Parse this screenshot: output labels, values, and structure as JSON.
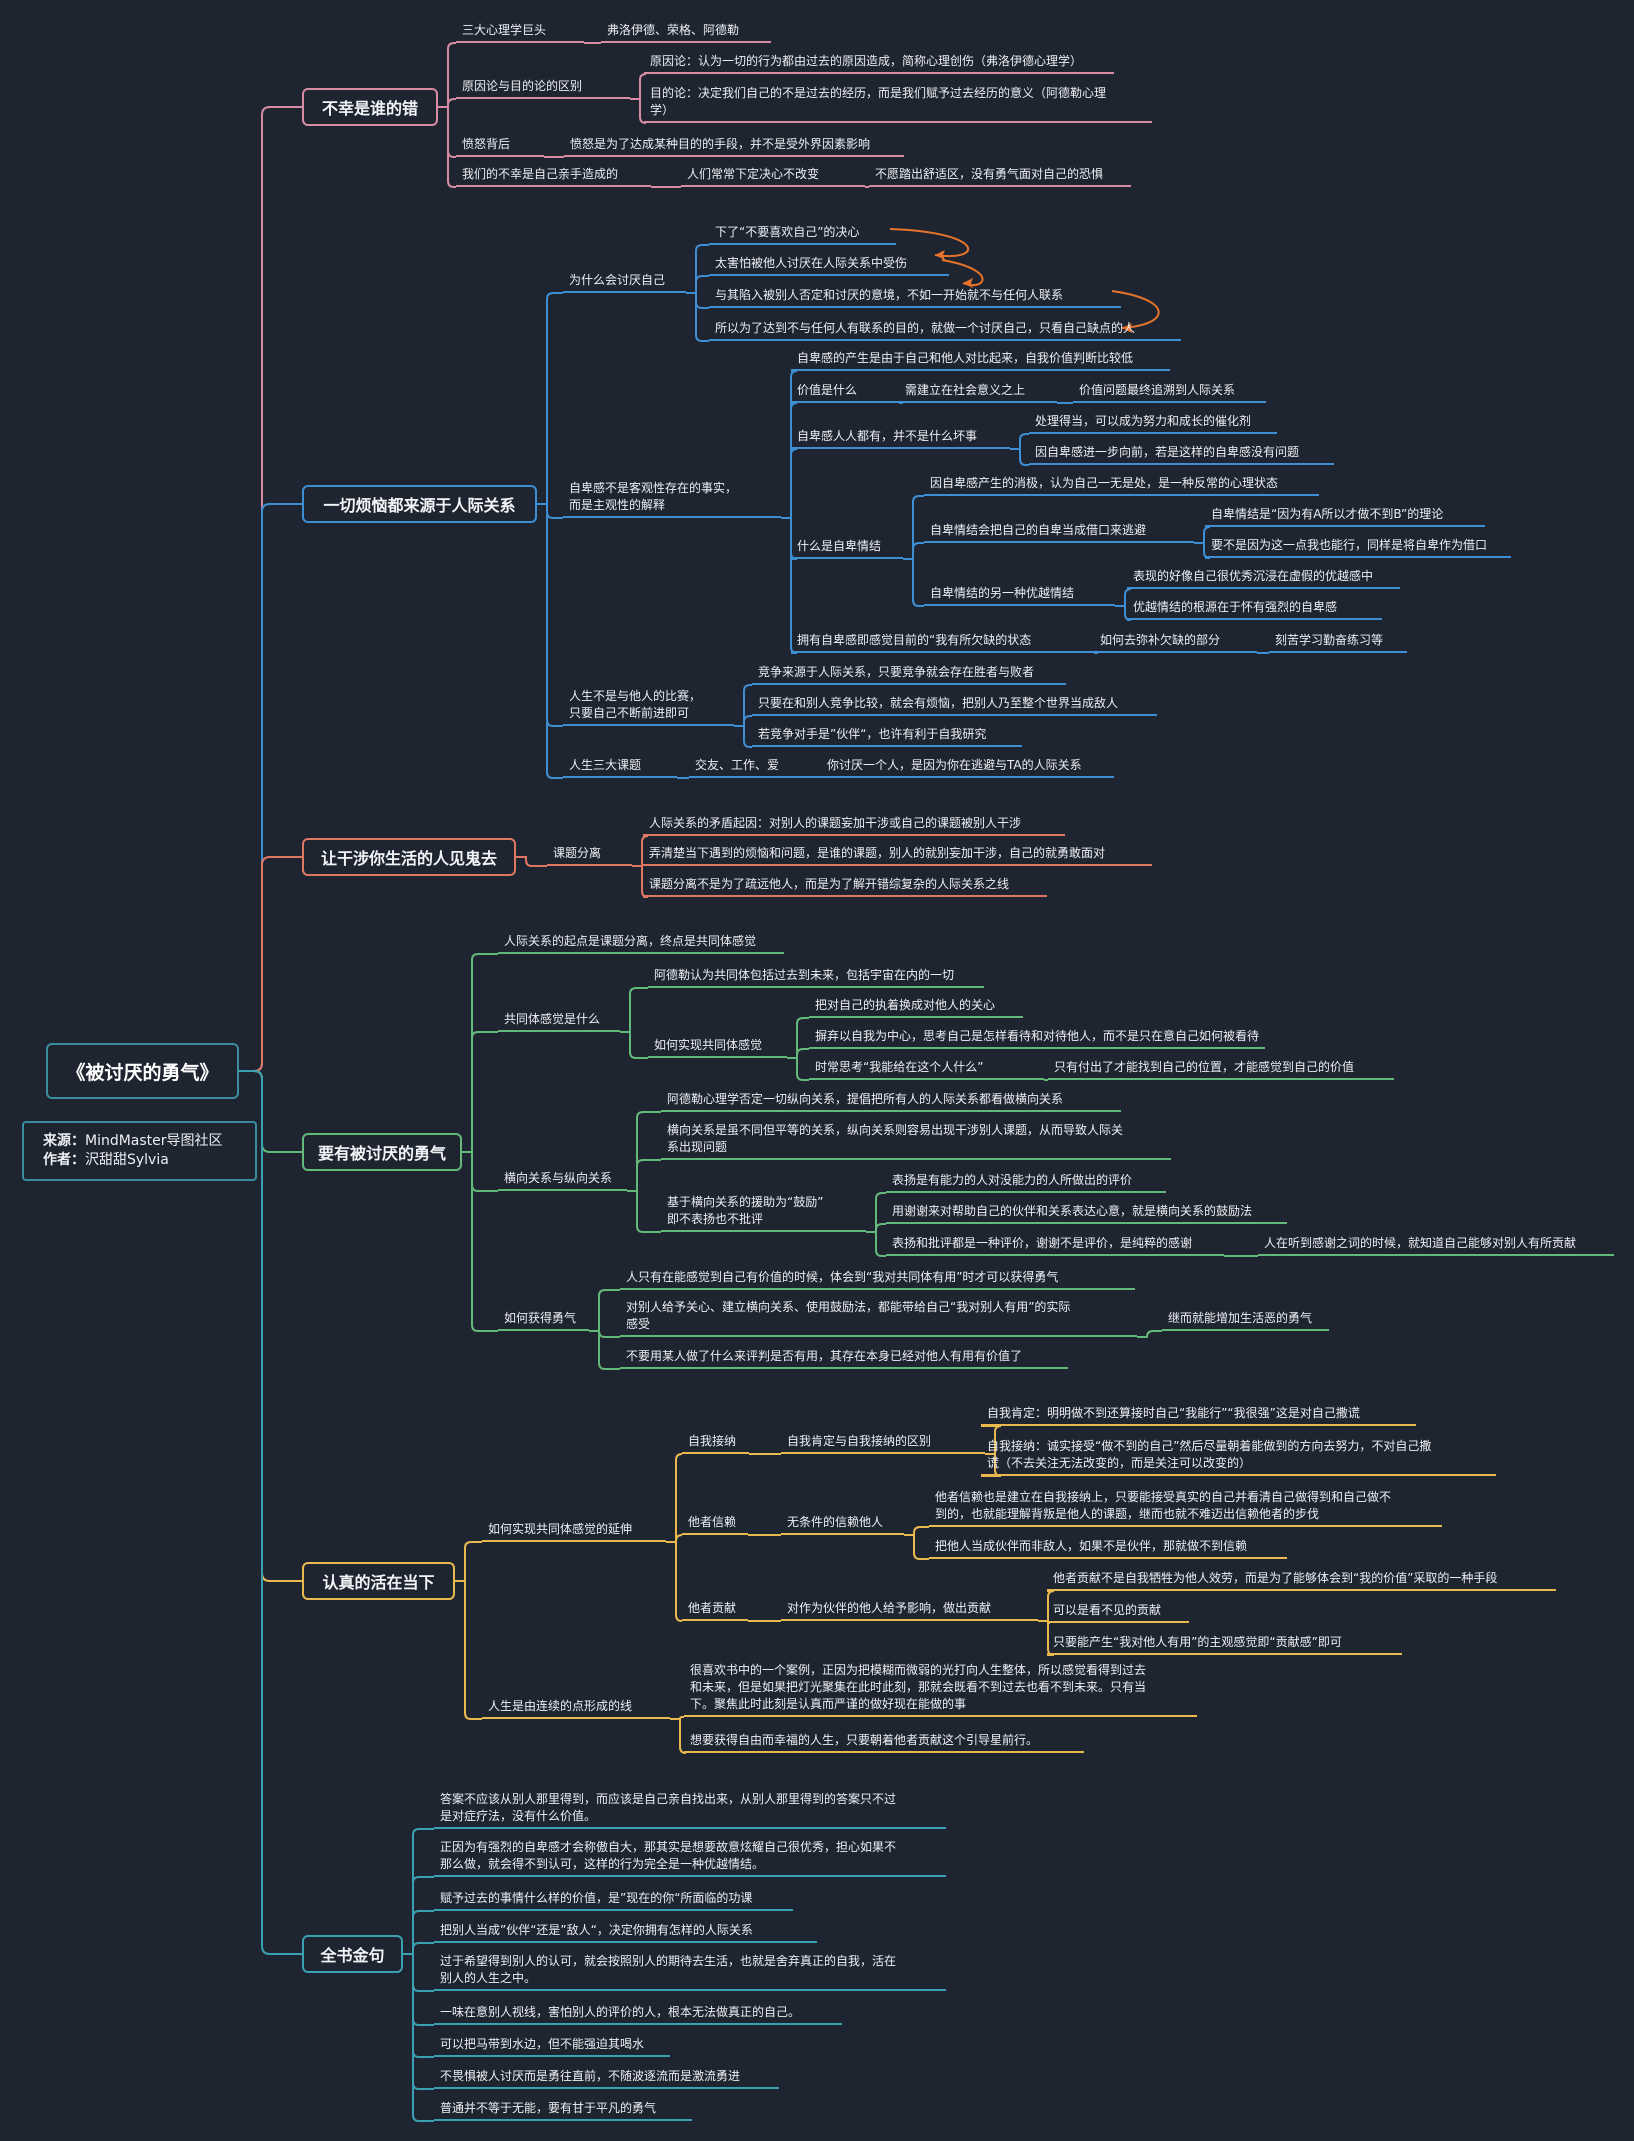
{
  "root": {
    "title": "《被讨厌的勇气》"
  },
  "source": {
    "label_src": "来源：",
    "src": "MindMaster导图社区",
    "label_author": "作者：",
    "author": "沢甜甜Sylvia"
  },
  "colors": {
    "b1": "#d78ba5",
    "b2": "#3e8ed3",
    "b3": "#e07764",
    "b4": "#62b97a",
    "b5": "#e9b94f",
    "b6": "#3aa0b2",
    "root": "#3a8d9e"
  },
  "branches": [
    {
      "title": "不幸是谁的错",
      "nodes": [
        "三大心理学巨头",
        "弗洛伊德、荣格、阿德勒",
        "原因论与目的论的区别",
        "原因论：认为一切的行为都由过去的原因造成，简称心理创伤（弗洛伊德心理学）",
        "目的论：决定我们自己的不是过去的经历，而是我们赋予过去经历的意义（阿德勒心理\n学）",
        "愤怒背后",
        "愤怒是为了达成某种目的的手段，并不是受外界因素影响",
        "我们的不幸是自己亲手造成的",
        "人们常常下定决心不改变",
        "不愿踏出舒适区，没有勇气面对自己的恐惧"
      ]
    },
    {
      "title": "一切烦恼都来源于人际关系",
      "nodes": [
        "为什么会讨厌自己",
        "下了“不要喜欢自己”的决心",
        "太害怕被他人讨厌在人际关系中受伤",
        "与其陷入被别人否定和讨厌的意境，不如一开始就不与任何人联系",
        "所以为了达到不与任何人有联系的目的，就做一个讨厌自己，只看自己缺点的人",
        "自卑感不是客观性存在的事实，\n而是主观性的解释",
        "自卑感的产生是由于自己和他人对比起来，自我价值判断比较低",
        "价值是什么",
        "需建立在社会意义之上",
        "价值问题最终追溯到人际关系",
        "自卑感人人都有，并不是什么坏事",
        "处理得当，可以成为努力和成长的催化剂",
        "因自卑感进一步向前，若是这样的自卑感没有问题",
        "什么是自卑情结",
        "因自卑感产生的消极，认为自己一无是处，是一种反常的心理状态",
        "自卑情结会把自己的自卑当成借口来逃避",
        "自卑情结是“因为有A所以才做不到B”的理论",
        "要不是因为这一点我也能行，同样是将自卑作为借口",
        "自卑情结的另一种优越情结",
        "表现的好像自己很优秀沉浸在虚假的优越感中",
        "优越情结的根源在于怀有强烈的自卑感",
        "拥有自卑感即感觉目前的“我有所欠缺的状态",
        "如何去弥补欠缺的部分",
        "刻苦学习勤奋练习等",
        "人生不是与他人的比赛，\n只要自己不断前进即可",
        "竞争来源于人际关系，只要竞争就会存在胜者与败者",
        "只要在和别人竞争比较，就会有烦恼，把别人乃至整个世界当成敌人",
        "若竞争对手是”伙伴“，也许有利于自我研究",
        "人生三大课题",
        "交友、工作、爱",
        "你讨厌一个人，是因为你在逃避与TA的人际关系"
      ]
    },
    {
      "title": "让干涉你生活的人见鬼去",
      "nodes": [
        "课题分离",
        "人际关系的矛盾起因：对别人的课题妄加干涉或自己的课题被别人干涉",
        "弄清楚当下遇到的烦恼和问题，是谁的课题，别人的就别妄加干涉，自己的就勇敢面对",
        "课题分离不是为了疏远他人，而是为了解开错综复杂的人际关系之线"
      ]
    },
    {
      "title": "要有被讨厌的勇气",
      "nodes": [
        "人际关系的起点是课题分离，终点是共同体感觉",
        "共同体感觉是什么",
        "阿德勒认为共同体包括过去到未来，包括宇宙在内的一切",
        "如何实现共同体感觉",
        "把对自己的执着换成对他人的关心",
        "摒弃以自我为中心，思考自己是怎样看待和对待他人，而不是只在意自己如何被看待",
        "时常思考“我能给在这个人什么”",
        "只有付出了才能找到自己的位置，才能感觉到自己的价值",
        "横向关系与纵向关系",
        "阿德勒心理学否定一切纵向关系，提倡把所有人的人际关系都看做横向关系",
        "横向关系是虽不同但平等的关系，纵向关系则容易出现干涉别人课题，从而导致人际关\n系出现问题",
        "基于横向关系的援助为“鼓励”\n即不表扬也不批评",
        "表扬是有能力的人对没能力的人所做出的评价",
        "用谢谢来对帮助自己的伙伴和关系表达心意，就是横向关系的鼓励法",
        "表扬和批评都是一种评价，谢谢不是评价，是纯粹的感谢",
        "人在听到感谢之词的时候，就知道自己能够对别人有所贡献",
        "如何获得勇气",
        "人只有在能感觉到自己有价值的时候，体会到“我对共同体有用”时才可以获得勇气",
        "对别人给予关心、建立横向关系、使用鼓励法，都能带给自己“我对别人有用”的实际\n感受",
        "继而就能增加生活恶的勇气",
        "不要用某人做了什么来评判是否有用，其存在本身已经对他人有用有价值了"
      ]
    },
    {
      "title": "认真的活在当下",
      "nodes": [
        "如何实现共同体感觉的延伸",
        "自我接纳",
        "自我肯定与自我接纳的区别",
        "自我肯定：明明做不到还算接时自己“我能行”“我很强”这是对自己撒谎",
        "自我接纳：诚实接受“做不到的自己”然后尽量朝着能做到的方向去努力，不对自己撒\n谎（不去关注无法改变的，而是关注可以改变的）",
        "他者信赖",
        "无条件的信赖他人",
        "他者信赖也是建立在自我接纳上，只要能接受真实的自己并看清自己做得到和自己做不\n到的，也就能理解背叛是他人的课题，继而也就不难迈出信赖他者的步伐",
        "把他人当成伙伴而非敌人，如果不是伙伴，那就做不到信赖",
        "他者贡献",
        "对作为伙伴的他人给予影响，做出贡献",
        "他者贡献不是自我牺牲为他人效劳，而是为了能够体会到“我的价值”采取的一种手段",
        "可以是看不见的贡献",
        "只要能产生“我对他人有用”的主观感觉即“贡献感”即可",
        "人生是由连续的点形成的线",
        "很喜欢书中的一个案例，正因为把模糊而微弱的光打向人生整体，所以感觉看得到过去\n和未来，但是如果把灯光聚集在此时此刻，那就会既看不到过去也看不到未来。只有当\n下。聚焦此时此刻是认真而严谨的做好现在能做的事",
        "想要获得自由而幸福的人生，只要朝着他者贡献这个引导星前行。"
      ]
    },
    {
      "title": "全书金句",
      "nodes": [
        "答案不应该从别人那里得到，而应该是自己亲自找出来，从别人那里得到的答案只不过\n是对症疗法，没有什么价值。",
        "正因为有强烈的自卑感才会称傲自大，那其实是想要故意炫耀自己很优秀，担心如果不\n那么做，就会得不到认可，这样的行为完全是一种优越情结。",
        "赋予过去的事情什么样的价值，是”现在的你“所面临的功课",
        "把别人当成”伙伴“还是”敌人“，决定你拥有怎样的人际关系",
        "过于希望得到别人的认可，就会按照别人的期待去生活，也就是舍弃真正的自我，活在\n别人的人生之中。",
        "一味在意别人视线，害怕别人的评价的人，根本无法做真正的自己。",
        "可以把马带到水边，但不能强迫其喝水",
        "不畏惧被人讨厌而是勇往直前，不随波逐流而是激流勇进",
        "普通并不等于无能，要有甘于平凡的勇气"
      ]
    }
  ]
}
